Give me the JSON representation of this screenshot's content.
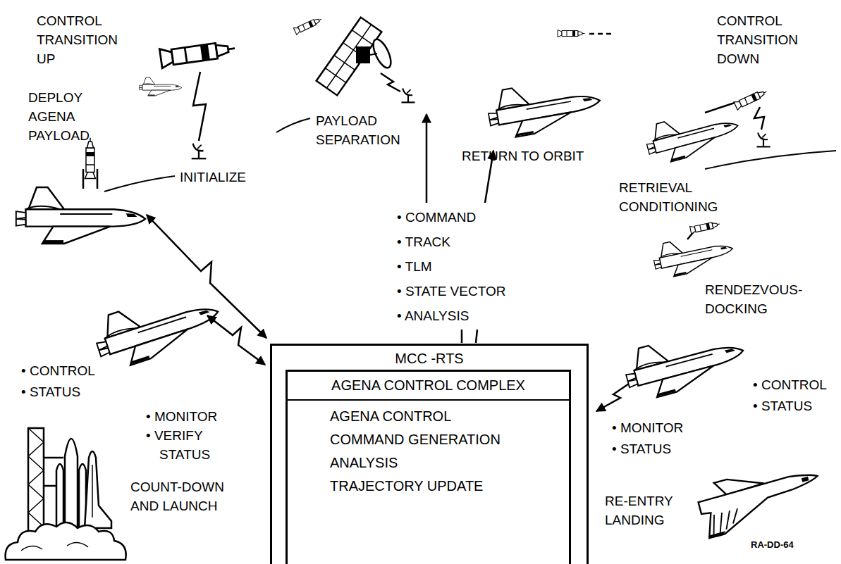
{
  "diagram": {
    "nodes": [
      {
        "text": [
          "MCC -RTS"
        ]
      },
      {
        "text": [
          "AGENA CONTROL COMPLEX",
          "AGENA CONTROL",
          "COMMAND GENERATION",
          "ANALYSIS",
          "TRAJECTORY UPDATE"
        ],
        "in": 0
      }
    ],
    "labels": [
      "CONTROL TRANSITION UP",
      "DEPLOY AGENA PAYLOAD",
      "INITIALIZE",
      "PAYLOAD SEPARATION",
      "RETURN TO ORBIT",
      "CONTROL TRANSITION DOWN",
      "RETRIEVAL CONDITIONING",
      "RENDEZVOUS-DOCKING",
      "• COMMAND",
      "• TRACK",
      "• TLM",
      "• STATE VECTOR",
      "• ANALYSIS",
      "• CONTROL",
      "• STATUS",
      "• MONITOR",
      "• VERIFY STATUS",
      "COUNT-DOWN AND LAUNCH",
      "• MONITOR",
      "• STATUS",
      "• CONTROL",
      "• STATUS",
      "RE-ENTRY LANDING",
      "RA-DD-64"
    ]
  }
}
